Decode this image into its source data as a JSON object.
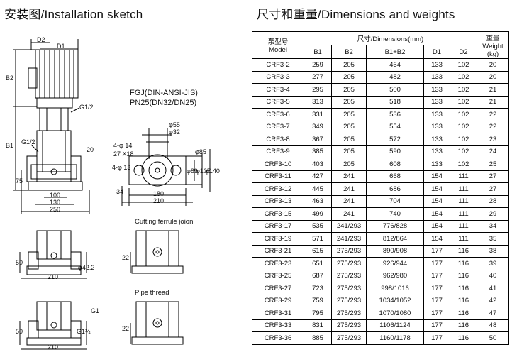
{
  "titles": {
    "left": "安装图/Installation sketch",
    "right": "尺寸和重量/Dimensions and weights"
  },
  "drawing_labels": {
    "d2": "D2",
    "d1": "D1",
    "b2": "B2",
    "b1": "B1",
    "g12_top": "G1/2",
    "g12_left": "G1/2",
    "v20": "20",
    "v75": "75",
    "w100": "100",
    "w130": "130",
    "w250": "250",
    "spec_a": "FGJ(DIN-ANSI-JIS)",
    "spec_b": "PN25(DN32/DN25)",
    "phi55": "φ55",
    "phi32": "φ32",
    "hole4_14": "4-φ 14",
    "x27_18": "27 X18",
    "phi85": "φ85",
    "hole4_13": "4-φ 13",
    "phi89": "φ89",
    "phi105": "φ105",
    "phi140": "φ140",
    "v34": "34",
    "w180": "180",
    "w210": "210",
    "cutting": "Cutting ferrule joion",
    "v50a": "50",
    "v22a": "22",
    "phi42": "φ42.2",
    "w210b": "210",
    "pipe_thread": "Pipe thread",
    "g1": "G1",
    "v50b": "50",
    "g114": "G1¼",
    "w210c": "210",
    "v22b": "22"
  },
  "table": {
    "h_model_cn": "泵型号",
    "h_model_en": "Model",
    "h_dims": "尺寸/Dimensions(mm)",
    "h_weight_cn": "重量",
    "h_weight_en": "Weight",
    "h_weight_unit": "(kg)",
    "cols": [
      "B1",
      "B2",
      "B1+B2",
      "D1",
      "D2"
    ],
    "rows": [
      [
        "CRF3-2",
        "259",
        "205",
        "464",
        "133",
        "102",
        "20"
      ],
      [
        "CRF3-3",
        "277",
        "205",
        "482",
        "133",
        "102",
        "20"
      ],
      [
        "CRF3-4",
        "295",
        "205",
        "500",
        "133",
        "102",
        "21"
      ],
      [
        "CRF3-5",
        "313",
        "205",
        "518",
        "133",
        "102",
        "21"
      ],
      [
        "CRF3-6",
        "331",
        "205",
        "536",
        "133",
        "102",
        "22"
      ],
      [
        "CRF3-7",
        "349",
        "205",
        "554",
        "133",
        "102",
        "22"
      ],
      [
        "CRF3-8",
        "367",
        "205",
        "572",
        "133",
        "102",
        "23"
      ],
      [
        "CRF3-9",
        "385",
        "205",
        "590",
        "133",
        "102",
        "24"
      ],
      [
        "CRF3-10",
        "403",
        "205",
        "608",
        "133",
        "102",
        "25"
      ],
      [
        "CRF3-11",
        "427",
        "241",
        "668",
        "154",
        "111",
        "27"
      ],
      [
        "CRF3-12",
        "445",
        "241",
        "686",
        "154",
        "111",
        "27"
      ],
      [
        "CRF3-13",
        "463",
        "241",
        "704",
        "154",
        "111",
        "28"
      ],
      [
        "CRF3-15",
        "499",
        "241",
        "740",
        "154",
        "111",
        "29"
      ],
      [
        "CRF3-17",
        "535",
        "241/293",
        "776/828",
        "154",
        "111",
        "34"
      ],
      [
        "CRF3-19",
        "571",
        "241/293",
        "812/864",
        "154",
        "111",
        "35"
      ],
      [
        "CRF3-21",
        "615",
        "275/293",
        "890/908",
        "177",
        "116",
        "38"
      ],
      [
        "CRF3-23",
        "651",
        "275/293",
        "926/944",
        "177",
        "116",
        "39"
      ],
      [
        "CRF3-25",
        "687",
        "275/293",
        "962/980",
        "177",
        "116",
        "40"
      ],
      [
        "CRF3-27",
        "723",
        "275/293",
        "998/1016",
        "177",
        "116",
        "41"
      ],
      [
        "CRF3-29",
        "759",
        "275/293",
        "1034/1052",
        "177",
        "116",
        "42"
      ],
      [
        "CRF3-31",
        "795",
        "275/293",
        "1070/1080",
        "177",
        "116",
        "47"
      ],
      [
        "CRF3-33",
        "831",
        "275/293",
        "1106/1124",
        "177",
        "116",
        "48"
      ],
      [
        "CRF3-36",
        "885",
        "275/293",
        "1160/1178",
        "177",
        "116",
        "50"
      ]
    ]
  }
}
